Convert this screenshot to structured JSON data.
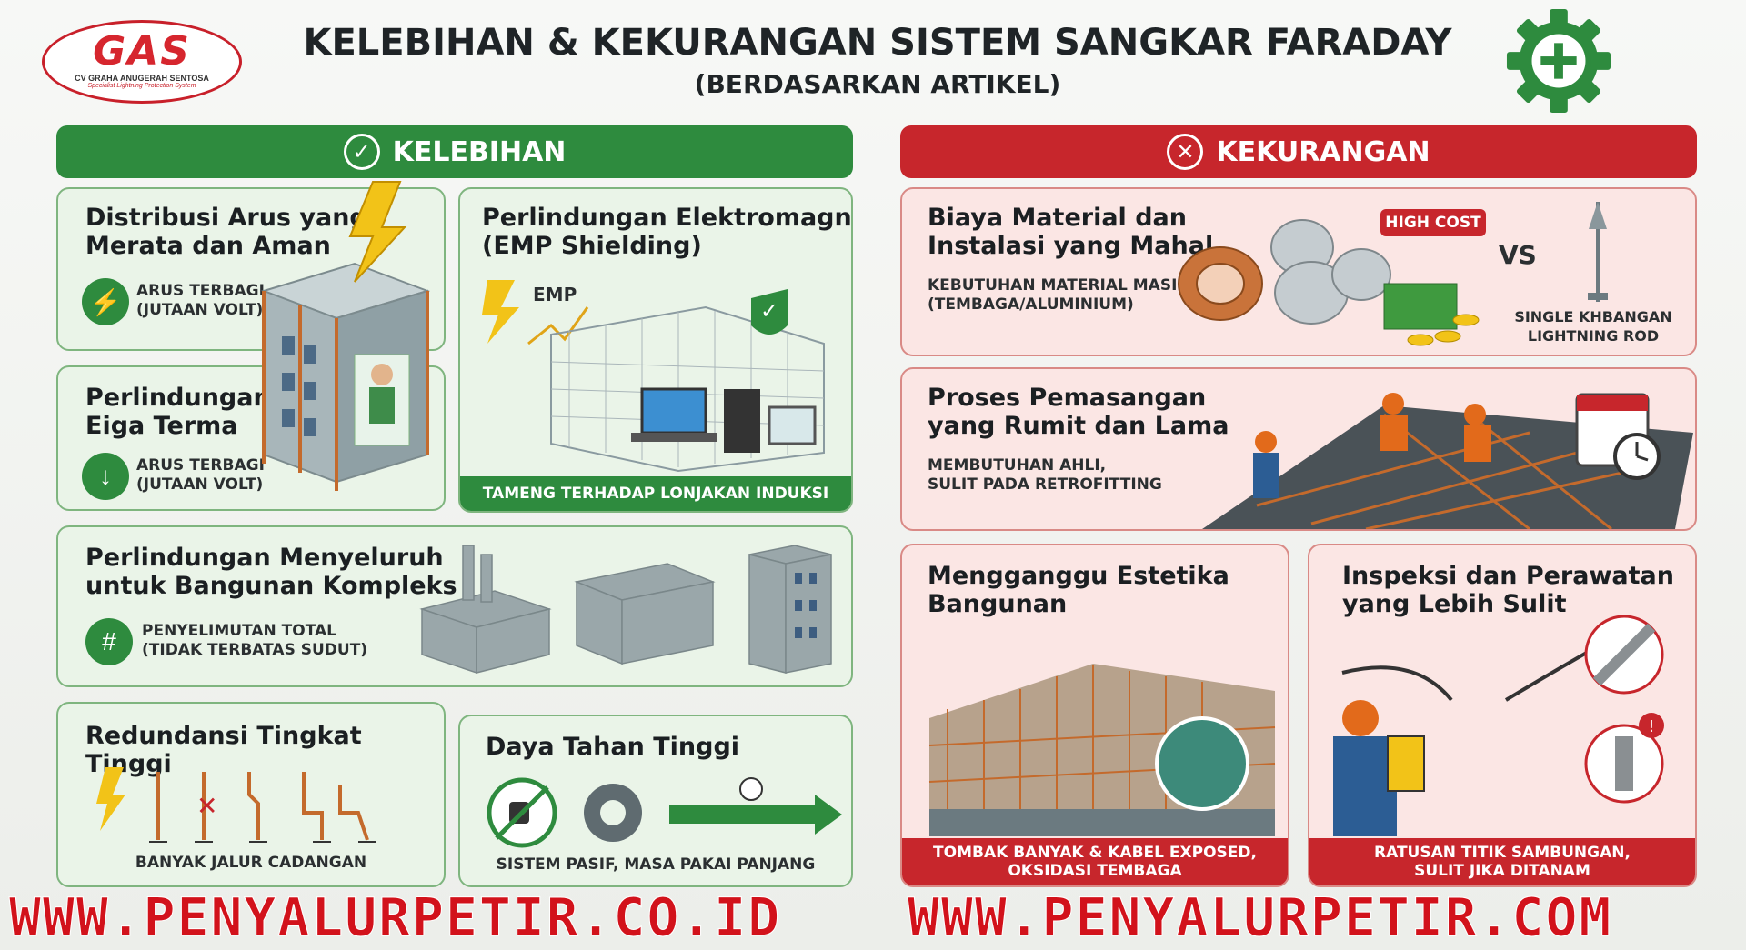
{
  "header": {
    "logo_mark": "GAS",
    "logo_company": "CV GRAHA ANUGERAH SENTOSA",
    "logo_tagline": "Specialist Lightning Protection System",
    "title": "KELEBIHAN & KEKURANGAN SISTEM SANGKAR FARADAY",
    "subtitle": "(BERDASARKAN ARTIKEL)"
  },
  "colors": {
    "green": "#2e8b3e",
    "red": "#c7262c",
    "url": "#d2121b"
  },
  "kelebihan": {
    "heading": "KELEBIHAN",
    "icon": "check-circle-icon",
    "cards": [
      {
        "title": "Distribusi Arus yang\nMerata dan Aman",
        "caption": "ARUS TERBAGI\n(JUTAAN VOLT)",
        "icon": "lightning-icon"
      },
      {
        "title": "Perlindungan Elektromagnetik\n(EMP Shielding)",
        "label": "EMP",
        "footer": "TAMENG TERHADAP LONJAKAN INDUKSI",
        "icon": "shield-icon"
      },
      {
        "title": "Perlindungan\nEiga Terma",
        "caption": "ARUS TERBAGI\n(JUTAAN VOLT)",
        "icon": "arrow-down-icon"
      },
      {
        "title": "Perlindungan Menyeluruh\nuntuk Bangunan Kompleks",
        "caption": "PENYELIMUTAN TOTAL\n(TIDAK TERBATAS SUDUT)",
        "icon": "mesh-icon"
      },
      {
        "title": "Redundansi Tingkat Tinggi",
        "footer": "BANYAK JALUR CADANGAN"
      },
      {
        "title": "Daya Tahan Tinggi",
        "footer": "SISTEM PASIF, MASA PAKAI PANJANG"
      }
    ]
  },
  "kekurangan": {
    "heading": "KEKURANGAN",
    "icon": "x-circle-icon",
    "cards": [
      {
        "title": "Biaya Material dan\nInstalasi yang Mahal",
        "caption": "KEBUTUHAN MATERIAL MASIF\n(TEMBAGA/ALUMINIUM)",
        "badge": "HIGH COST",
        "vs": "VS",
        "rod_label": "SINGLE KHBANGAN\nLIGHTNING ROD"
      },
      {
        "title": "Proses Pemasangan\nyang Rumit dan Lama",
        "caption": "MEMBUTUHAN AHLI,\nSULIT PADA RETROFITTING",
        "icon": "calendar-icon"
      },
      {
        "title": "Mengganggu Estetika\nBangunan",
        "footer": "TOMBAK BANYAK & KABEL EXPOSED,\nOKSIDASI TEMBAGA"
      },
      {
        "title": "Inspeksi dan Perawatan\nyang Lebih Sulit",
        "footer": "RATUSAN TITIK SAMBUNGAN,\nSULIT JIKA DITANAM"
      }
    ]
  },
  "footer": {
    "url_left": "WWW.PENYALURPETIR.CO.ID",
    "url_right": "WWW.PENYALURPETIR.COM"
  }
}
